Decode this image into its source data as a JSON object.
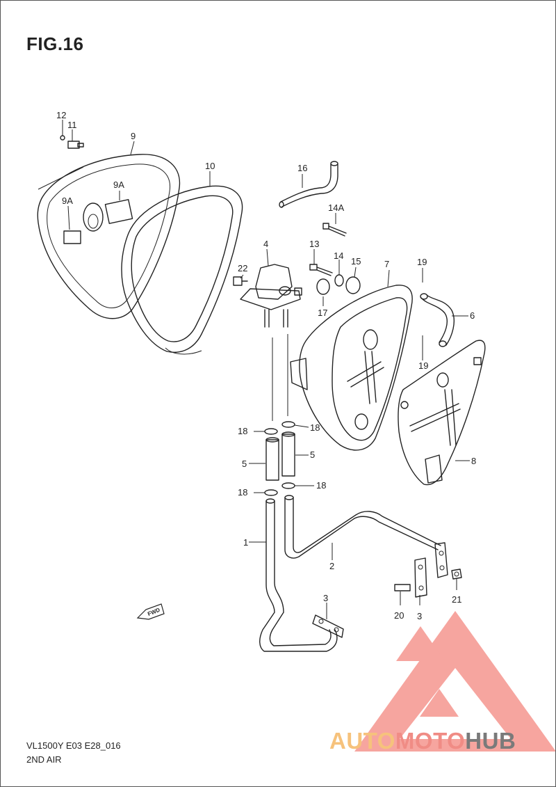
{
  "figure_title": "FIG.16",
  "model_code": "VL1500Y E03 E28_016",
  "section_name": "2ND AIR",
  "fwd_label": "FWD",
  "callouts": [
    {
      "id": "c12",
      "text": "12"
    },
    {
      "id": "c11",
      "text": "11"
    },
    {
      "id": "c9",
      "text": "9"
    },
    {
      "id": "c10",
      "text": "10"
    },
    {
      "id": "c9a-1",
      "text": "9A"
    },
    {
      "id": "c9a-2",
      "text": "9A"
    },
    {
      "id": "c16",
      "text": "16"
    },
    {
      "id": "c14a",
      "text": "14A"
    },
    {
      "id": "c4",
      "text": "4"
    },
    {
      "id": "c13",
      "text": "13"
    },
    {
      "id": "c14",
      "text": "14"
    },
    {
      "id": "c15",
      "text": "15"
    },
    {
      "id": "c7",
      "text": "7"
    },
    {
      "id": "c19-1",
      "text": "19"
    },
    {
      "id": "c22",
      "text": "22"
    },
    {
      "id": "c17",
      "text": "17"
    },
    {
      "id": "c6",
      "text": "6"
    },
    {
      "id": "c19-2",
      "text": "19"
    },
    {
      "id": "c18-1",
      "text": "18"
    },
    {
      "id": "c18-2",
      "text": "18"
    },
    {
      "id": "c5-1",
      "text": "5"
    },
    {
      "id": "c5-2",
      "text": "5"
    },
    {
      "id": "c8",
      "text": "8"
    },
    {
      "id": "c18-3",
      "text": "18"
    },
    {
      "id": "c18-4",
      "text": "18"
    },
    {
      "id": "c1",
      "text": "1"
    },
    {
      "id": "c2",
      "text": "2"
    },
    {
      "id": "c3-1",
      "text": "3"
    },
    {
      "id": "c20",
      "text": "20"
    },
    {
      "id": "c3-2",
      "text": "3"
    },
    {
      "id": "c21",
      "text": "21"
    }
  ],
  "watermark": {
    "part1": "AUTO",
    "part2": "MOTO",
    "part3": "HUB",
    "colors": {
      "auto": "#f6c27c",
      "moto": "#f08c85",
      "hub": "#7a7a7a",
      "logo": "#f4877f"
    }
  }
}
